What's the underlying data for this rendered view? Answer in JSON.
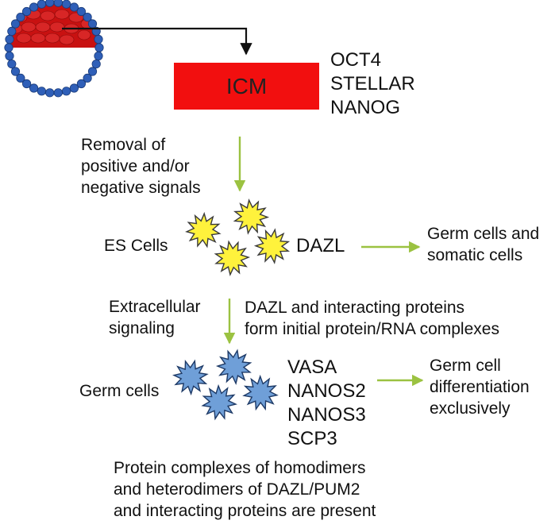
{
  "colors": {
    "icm_box": "#f20f0f",
    "embryo_outer": "#3568c4",
    "embryo_inner": "#c81111",
    "arrow_green": "#9bc241",
    "es_cell_fill": "#fff23c",
    "germ_cell_fill": "#6f9fd8"
  },
  "icons": {
    "blastocyst": "blastocyst-icon",
    "es_cells": "star-cluster-icon",
    "germ_cells": "star-cluster-icon"
  },
  "icm": {
    "label": "ICM",
    "markers": [
      "OCT4",
      "STELLAR",
      "NANOG"
    ]
  },
  "step1": {
    "note": [
      "Removal of",
      "positive and/or",
      "negative signals"
    ]
  },
  "es_cells": {
    "label": "ES Cells",
    "marker": "DAZL",
    "outcome": [
      "Germ cells and",
      "somatic cells"
    ]
  },
  "step2": {
    "left_note": [
      "Extracellular",
      "signaling"
    ],
    "right_note": [
      "DAZL and interacting proteins",
      "form initial protein/RNA complexes"
    ]
  },
  "germ_cells": {
    "label": "Germ cells",
    "markers": [
      "VASA",
      "NANOS2",
      "NANOS3",
      "SCP3"
    ],
    "outcome": [
      "Germ cell",
      "differentiation",
      "exclusively"
    ]
  },
  "footer": {
    "lines": [
      "Protein complexes of homodimers",
      "and heterodimers of DAZL/PUM2",
      "and interacting proteins are present"
    ]
  }
}
